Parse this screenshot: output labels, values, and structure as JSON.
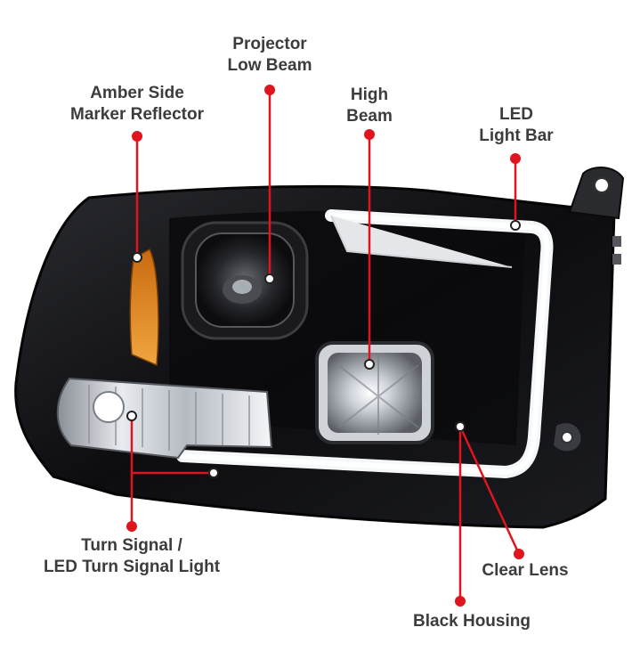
{
  "labels": {
    "projector_low_beam": [
      "Projector",
      "Low Beam"
    ],
    "amber_side_marker": [
      "Amber Side",
      "Marker Reflector"
    ],
    "high_beam": [
      "High",
      "Beam"
    ],
    "led_light_bar": [
      "LED",
      "Light Bar"
    ],
    "turn_signal": [
      "Turn Signal /",
      "LED Turn Signal Light"
    ],
    "clear_lens": "Clear Lens",
    "black_housing": "Black Housing"
  },
  "colors": {
    "callout": "#e0141e",
    "housing": "#141416",
    "label_text": "#3c3c3c"
  }
}
